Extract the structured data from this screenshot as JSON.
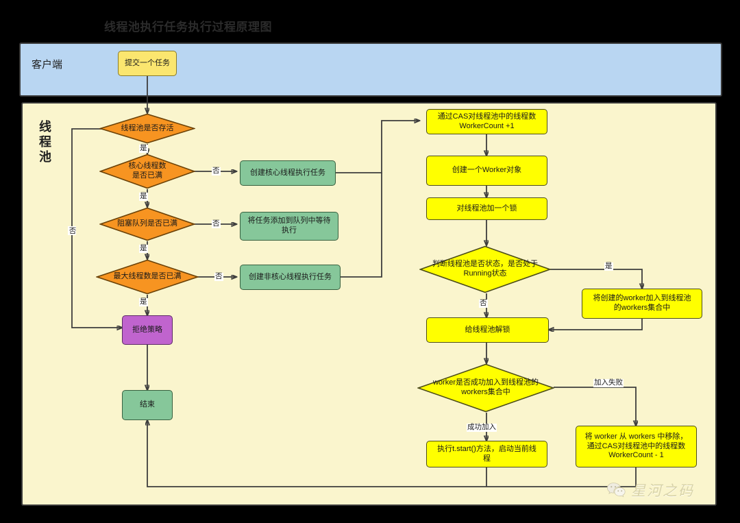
{
  "title": "线程池执行任务执行过程原理图",
  "panels": {
    "client": {
      "label": "客户端",
      "color": "#b9d6f2"
    },
    "pool": {
      "label": "线程池",
      "color": "#faf5cd"
    }
  },
  "colors": {
    "decision_orange": "#f79421",
    "decision_yellow": "#ffff00",
    "process_green": "#86c79a",
    "process_yellow": "#ffff00",
    "reject_purple": "#c064ce",
    "start_yellow": "#fbe66f",
    "edge": "#3d3d3d"
  },
  "nodes": {
    "submit_task": "提交一个任务",
    "pool_alive": "线程池是否存活",
    "core_full": "核心线程数\n是否已满",
    "queue_full": "阻塞队列是否已满",
    "max_full": "最大线程数是否已满",
    "create_core_thread": "创建核心线程执行任务",
    "add_to_queue": "将任务添加到队列中等待\n执行",
    "create_noncore_thread": "创建非核心线程执行任务",
    "reject_policy": "拒绝策略",
    "end": "结束",
    "cas_increment": "通过CAS对线程池中的线程数\nWorkerCount +1",
    "create_worker": "创建一个Worker对象",
    "lock_pool": "对线程池加一个锁",
    "check_running": "判断线程池是否状态，是否处于\nRunning状态",
    "add_worker_to_set": "将创建的worker加入到线程池\n的workers集合中",
    "unlock_pool": "给线程池解锁",
    "worker_added_ok": "worker是否成功加入到线程池的\nworkers集合中",
    "start_thread": "执行t.start()方法，启动当前线\n程",
    "remove_worker": "将 worker 从 workers 中移除，\n通过CAS对线程池中的线程数\nWorkerCount - 1"
  },
  "edge_labels": {
    "alive_no": "否",
    "alive_yes": "是",
    "core_no": "否",
    "core_yes": "是",
    "queue_no": "否",
    "queue_yes": "是",
    "max_no": "否",
    "max_yes": "是",
    "running_yes": "是",
    "running_no": "否",
    "added_success": "成功加入",
    "added_fail": "加入失败"
  },
  "watermark": {
    "text": "星河之码",
    "icon": "wechat-icon"
  }
}
